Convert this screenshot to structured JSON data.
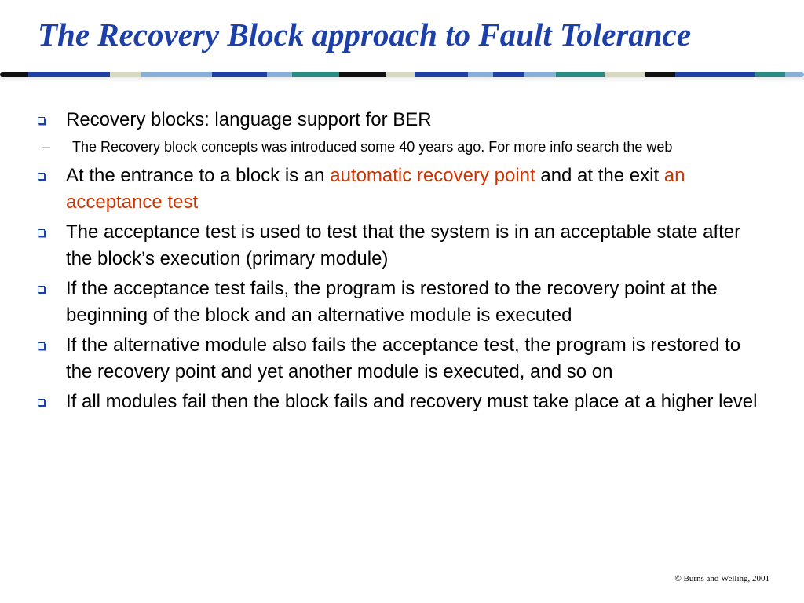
{
  "slide": {
    "title": "The Recovery Block approach to Fault Tolerance",
    "bullets": [
      {
        "parts": [
          "Recovery blocks: language support for BER"
        ],
        "sub_items": [
          "The Recovery block concepts was introduced some 40 years ago. For more info search the web"
        ]
      },
      {
        "parts": [
          "At the entrance to a block is an ",
          "automatic recovery point",
          " and at the exit ",
          "an acceptance test"
        ]
      },
      {
        "parts": [
          "The acceptance test is used to test that the system is in an acceptable state after the block’s execution (primary module)"
        ]
      },
      {
        "parts": [
          "If the acceptance test fails, the program is restored to the recovery point at the beginning of the block and an alternative module is executed"
        ]
      },
      {
        "parts": [
          "If the alternative module also fails the acceptance test, the program is restored to the recovery point and yet another module is executed, and so on"
        ]
      },
      {
        "parts": [
          "If all modules fail then the block fails and recovery must take place at a higher level"
        ]
      }
    ],
    "sub_dash": "–",
    "footer": "© Burns and Welling, 2001"
  },
  "colors": {
    "title": "#1c3fa8",
    "bullet_marker": "#1c3fa8",
    "highlight": "#cc3300"
  },
  "icons": {
    "bullet": "hollow-square-bullet-icon"
  }
}
